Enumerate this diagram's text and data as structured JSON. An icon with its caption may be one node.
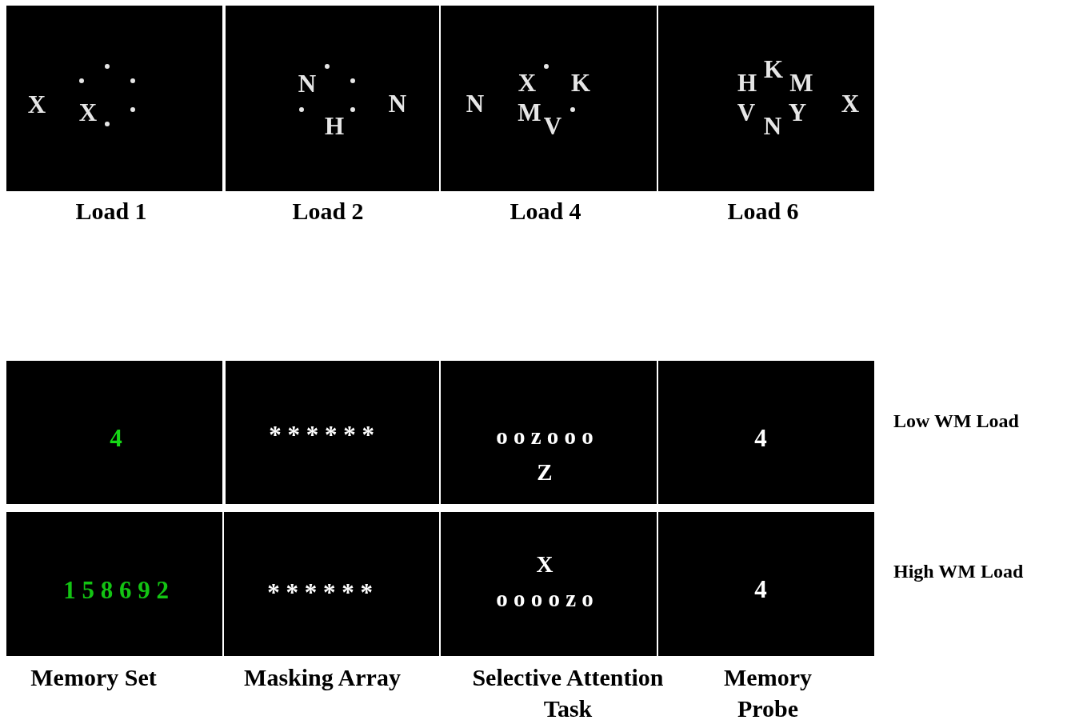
{
  "diagram": {
    "nodes": [
      {
        "text": [
          "X",
          "X"
        ],
        "beside": [
          "Load 1"
        ]
      },
      {
        "text": [
          "N",
          "N",
          "H"
        ],
        "beside": [
          "Load 2"
        ]
      },
      {
        "text": [
          "X",
          "K",
          "N",
          "M",
          "V"
        ],
        "beside": [
          "Load 4"
        ]
      },
      {
        "text": [
          "K",
          "H",
          "M",
          "X",
          "V",
          "Y",
          "N"
        ],
        "beside": [
          "Load 6"
        ]
      },
      {
        "text": [
          "4"
        ]
      },
      {
        "text": [
          "* * * * * *"
        ]
      },
      {
        "text": [
          "o o z o o o",
          "Z"
        ]
      },
      {
        "text": [
          "4"
        ]
      },
      {
        "text": [
          "1 5 8 6 9 2"
        ]
      },
      {
        "text": [
          "* * * * * *"
        ]
      },
      {
        "text": [
          "X",
          "o o o o z o"
        ]
      },
      {
        "text": [
          "4"
        ]
      }
    ],
    "labels": [
      "Low WM Load",
      "High WM Load",
      "Memory Set",
      "Masking Array",
      "Selective Attention Task",
      "Memory Probe"
    ]
  }
}
